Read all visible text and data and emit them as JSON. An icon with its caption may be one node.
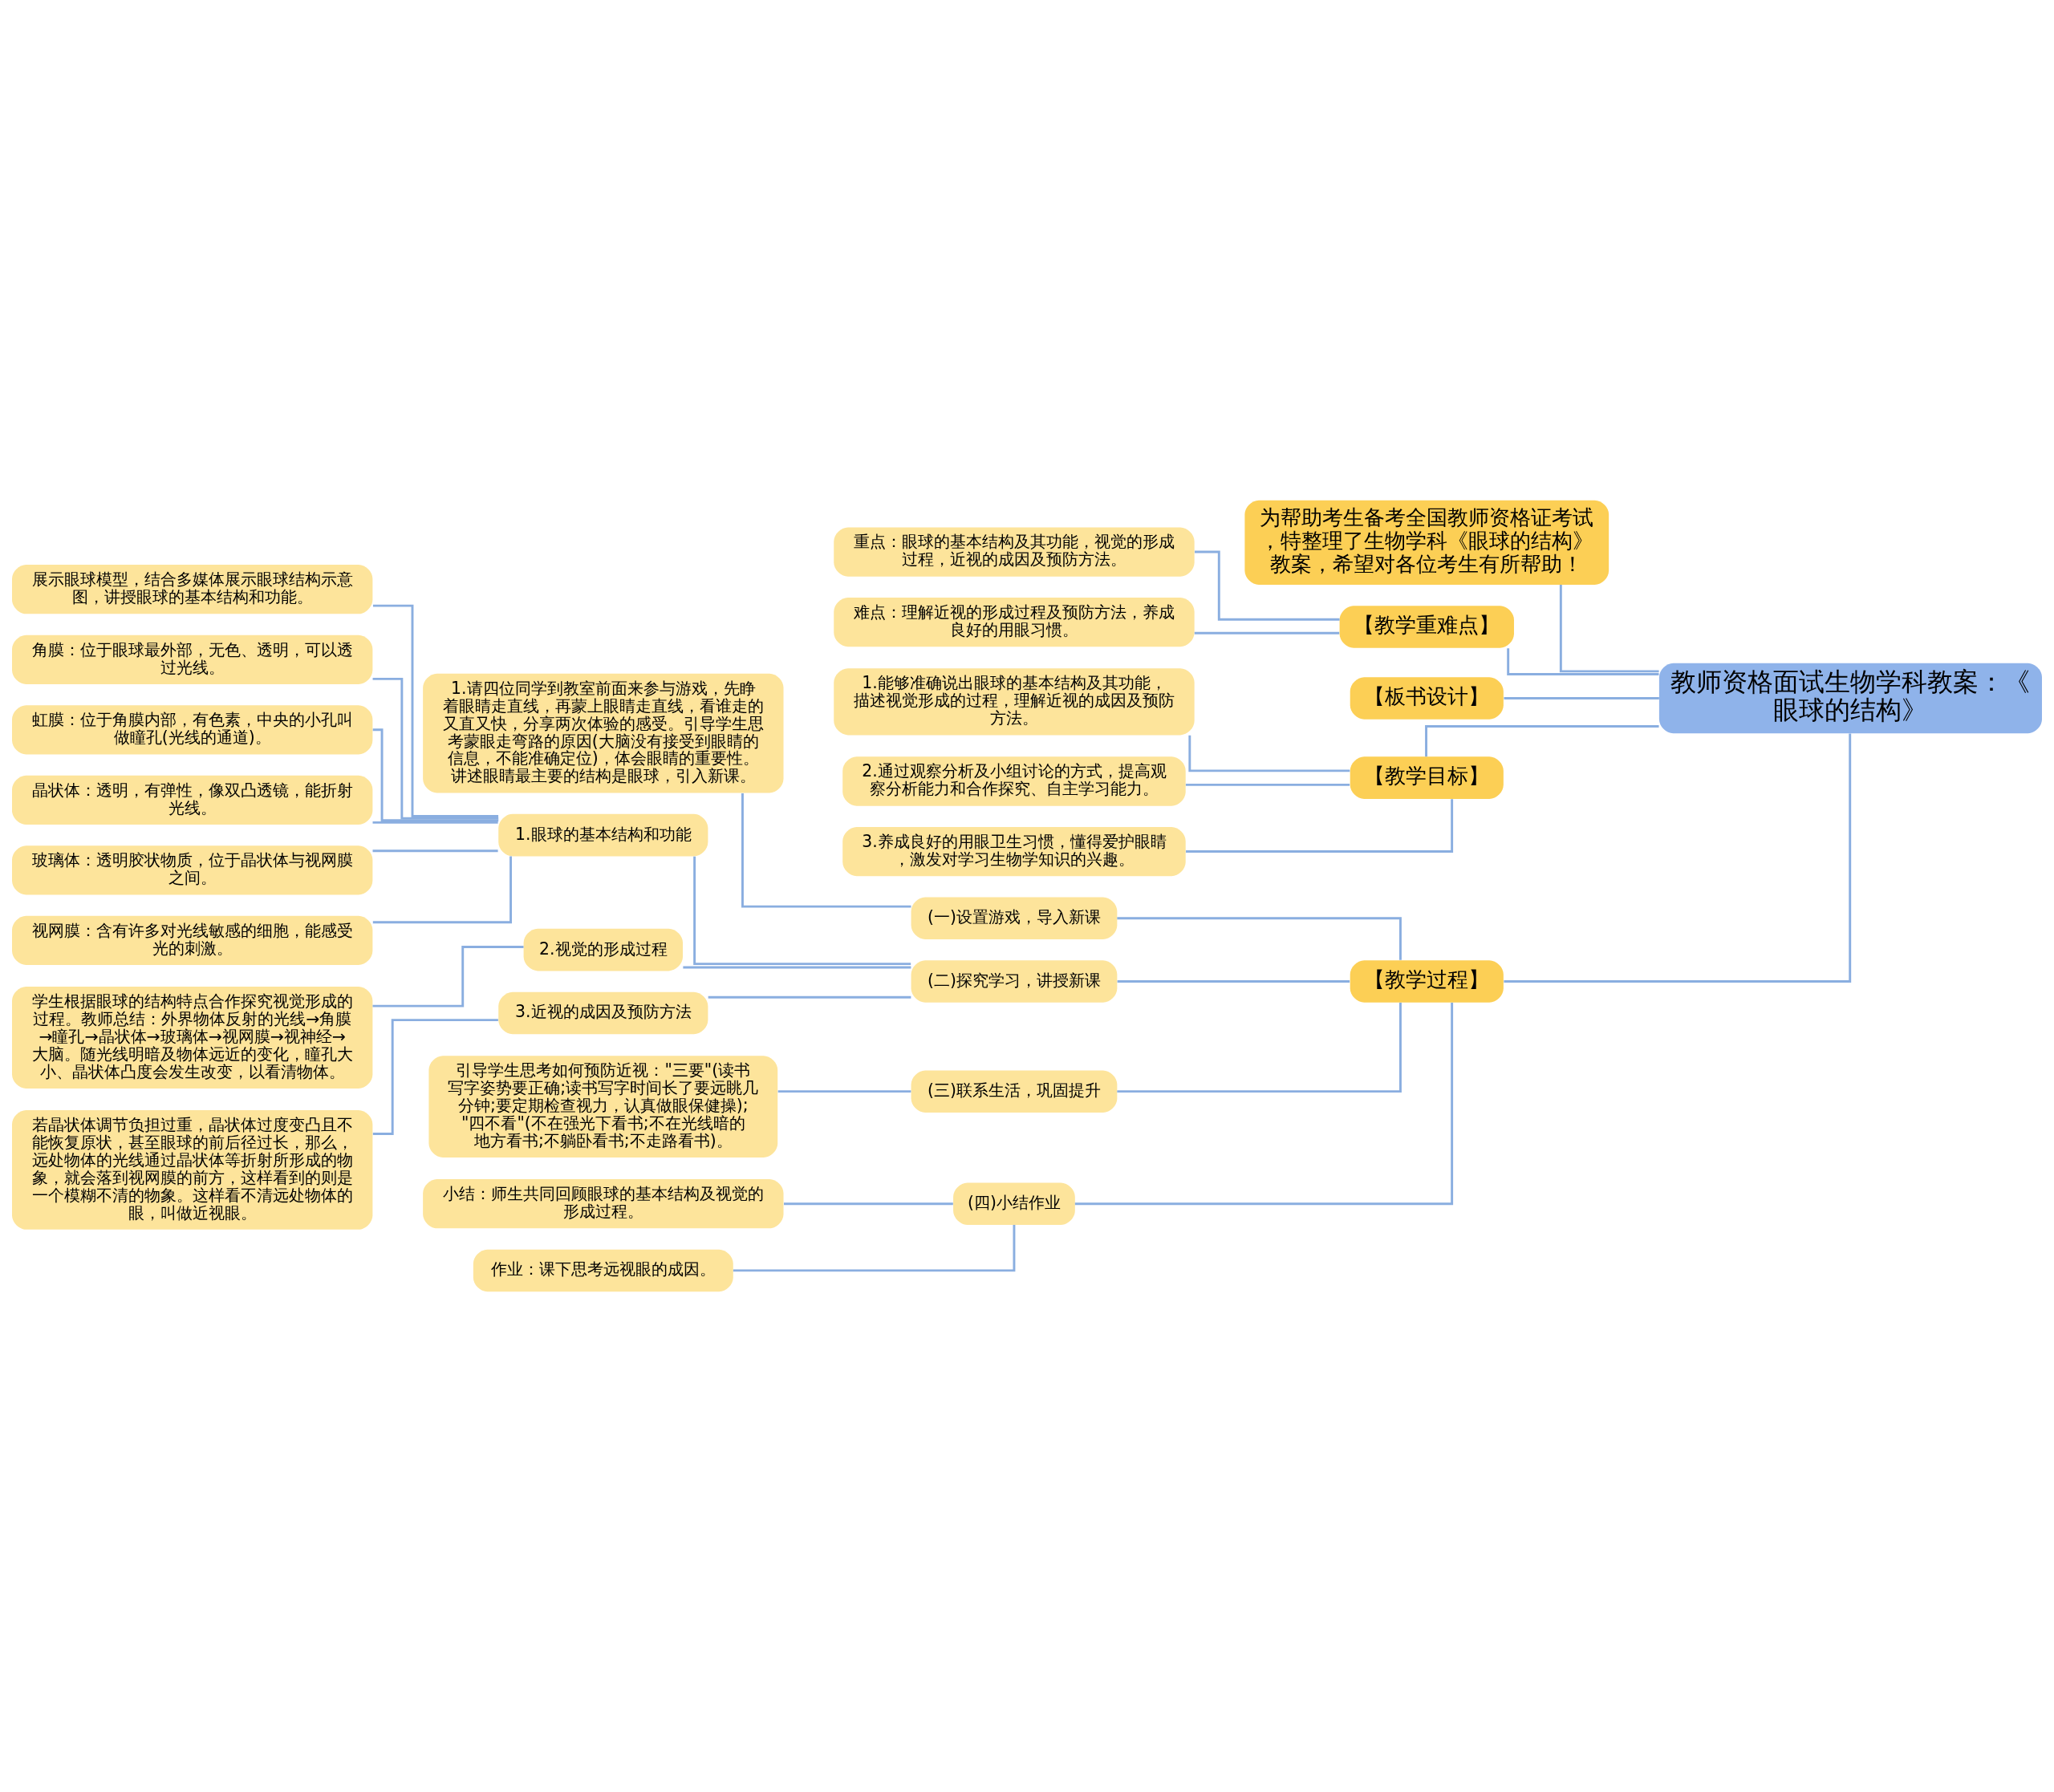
{
  "diagram": {
    "nodes": [
      {
        "text": [
          "教师资格面试生物学科教案：《眼球的结构》"
        ]
      },
      {
        "text": [
          "为帮助考生备考全国教师资格证考试，特整理了生物学科《眼球的结构》教案，希望对各位考生有所帮助！"
        ]
      },
      {
        "text": [
          "【教学重难点】"
        ]
      },
      {
        "text": [
          "重点：眼球的基本结构及其功能，视觉的形成过程，近视的成因及预防方法。"
        ]
      },
      {
        "text": [
          "难点：理解近视的形成过程及预防方法，养成良好的用眼习惯。"
        ]
      },
      {
        "text": [
          "【板书设计】"
        ]
      },
      {
        "text": [
          "【教学目标】"
        ]
      },
      {
        "text": [
          "1.能够准确说出眼球的基本结构及其功能，描述视觉形成的过程，理解近视的成因及预防方法。"
        ]
      },
      {
        "text": [
          "2.通过观察分析及小组讨论的方式，提高观察分析能力和合作探究、自主学习能力。"
        ]
      },
      {
        "text": [
          "3.养成良好的用眼卫生习惯，懂得爱护眼睛，激发对学习生物学知识的兴趣。"
        ]
      },
      {
        "text": [
          "【教学过程】"
        ]
      },
      {
        "text": [
          "(一)设置游戏，导入新课"
        ]
      },
      {
        "text": [
          "1.请四位同学到教室前面来参与游戏，先睁着眼睛走直线，再蒙上眼睛走直线，看谁走的又直又快，分享两次体验的感受。引导学生思考蒙眼走弯路的原因(大脑没有接受到眼睛的信息，不能准确定位)，体会眼睛的重要性。讲述眼睛最主要的结构是眼球，引入新课。"
        ]
      },
      {
        "text": [
          "(二)探究学习，讲授新课"
        ]
      },
      {
        "text": [
          "1.眼球的基本结构和功能"
        ]
      },
      {
        "text": [
          "展示眼球模型，结合多媒体展示眼球结构示意图，讲授眼球的基本结构和功能。"
        ]
      },
      {
        "text": [
          "角膜：位于眼球最外部，无色、透明，可以透过光线。"
        ]
      },
      {
        "text": [
          "虹膜：位于角膜内部，有色素，中央的小孔叫做瞳孔(光线的通道)。"
        ]
      },
      {
        "text": [
          "晶状体：透明，有弹性，像双凸透镜，能折射光线。"
        ]
      },
      {
        "text": [
          "玻璃体：透明胶状物质，位于晶状体与视网膜之间。"
        ]
      },
      {
        "text": [
          "视网膜：含有许多对光线敏感的细胞，能感受光的刺激。"
        ]
      },
      {
        "text": [
          "2.视觉的形成过程"
        ]
      },
      {
        "text": [
          "学生根据眼球的结构特点合作探究视觉形成的过程。教师总结：外界物体反射的光线→角膜→瞳孔→晶状体→玻璃体→视网膜→视神经→大脑。随光线明暗及物体远近的变化，瞳孔大小、晶状体凸度会发生改变，以看清物体。"
        ]
      },
      {
        "text": [
          "3.近视的成因及预防方法"
        ]
      },
      {
        "text": [
          "若晶状体调节负担过重，晶状体过度变凸且不能恢复原状，甚至眼球的前后径过长，那么，远处物体的光线通过晶状体等折射所形成的物象，就会落到视网膜的前方，这样看到的则是一个模糊不清的物象。这样看不清远处物体的眼，叫做近视眼。"
        ]
      },
      {
        "text": [
          "(三)联系生活，巩固提升"
        ]
      },
      {
        "text": [
          "引导学生思考如何预防近视：\"三要\"(读书写字姿势要正确;读书写字时间长了要远眺几分钟;要定期检查视力，认真做眼保健操);\"四不看\"(不在强光下看书;不在光线暗的地方看书;不躺卧看书;不走路看书)。"
        ]
      },
      {
        "text": [
          "(四)小结作业"
        ]
      },
      {
        "text": [
          "小结：师生共同回顾眼球的基本结构及视觉的形成过程。"
        ]
      },
      {
        "text": [
          "作业：课下思考远视眼的成因。"
        ]
      }
    ],
    "edges": [
      {
        "from": 0,
        "to": 1,
        "arrow": "none"
      },
      {
        "from": 0,
        "to": 2,
        "arrow": "none"
      },
      {
        "from": 2,
        "to": 3,
        "arrow": "none"
      },
      {
        "from": 2,
        "to": 4,
        "arrow": "none"
      },
      {
        "from": 0,
        "to": 5,
        "arrow": "none"
      },
      {
        "from": 0,
        "to": 6,
        "arrow": "none"
      },
      {
        "from": 6,
        "to": 7,
        "arrow": "none"
      },
      {
        "from": 6,
        "to": 8,
        "arrow": "none"
      },
      {
        "from": 6,
        "to": 9,
        "arrow": "none"
      },
      {
        "from": 0,
        "to": 10,
        "arrow": "none"
      },
      {
        "from": 10,
        "to": 11,
        "arrow": "none"
      },
      {
        "from": 11,
        "to": 12,
        "arrow": "none"
      },
      {
        "from": 10,
        "to": 13,
        "arrow": "none"
      },
      {
        "from": 13,
        "to": 14,
        "arrow": "none"
      },
      {
        "from": 14,
        "to": 15,
        "arrow": "none"
      },
      {
        "from": 14,
        "to": 16,
        "arrow": "none"
      },
      {
        "from": 14,
        "to": 17,
        "arrow": "none"
      },
      {
        "from": 14,
        "to": 18,
        "arrow": "none"
      },
      {
        "from": 14,
        "to": 19,
        "arrow": "none"
      },
      {
        "from": 14,
        "to": 20,
        "arrow": "none"
      },
      {
        "from": 13,
        "to": 21,
        "arrow": "none"
      },
      {
        "from": 21,
        "to": 22,
        "arrow": "none"
      },
      {
        "from": 13,
        "to": 23,
        "arrow": "none"
      },
      {
        "from": 23,
        "to": 24,
        "arrow": "none"
      },
      {
        "from": 10,
        "to": 25,
        "arrow": "none"
      },
      {
        "from": 25,
        "to": 26,
        "arrow": "none"
      },
      {
        "from": 10,
        "to": 27,
        "arrow": "none"
      },
      {
        "from": 27,
        "to": 28,
        "arrow": "none"
      },
      {
        "from": 27,
        "to": 29,
        "arrow": "none"
      }
    ]
  }
}
